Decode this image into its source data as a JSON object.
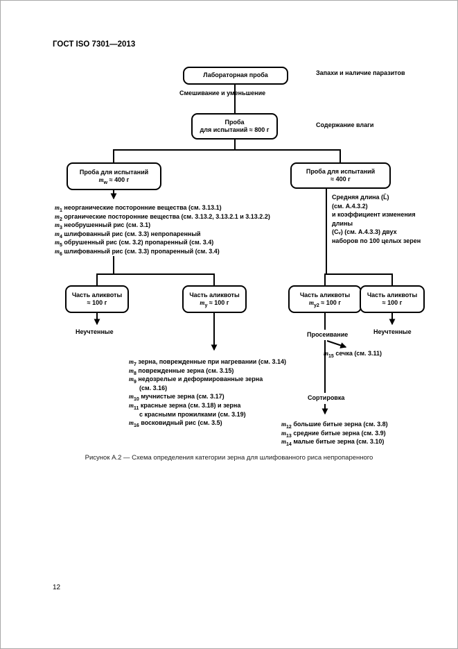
{
  "colors": {
    "ink": "#000000",
    "paper": "#ffffff"
  },
  "page": {
    "header": "ГОСТ ISO 7301—2013",
    "page_number": "12",
    "caption": "Рисунок А.2 — Схема определения категории зерна для шлифованного риса непропаренного"
  },
  "flowchart": {
    "lab_sample_box": {
      "label": "Лабораторная проба"
    },
    "odors_label": "Запахи и наличие паразитов",
    "mixing_label": "Смешивание и уменьшение",
    "test_800_box": {
      "line1": "Проба",
      "line2": "для испытаний ≈ 800 г"
    },
    "moisture_label": "Содержание влаги",
    "test_400_left_box": {
      "line1": "Проба для испытаний",
      "var": "m",
      "sub": "w",
      "rest": " ≈ 400 г"
    },
    "test_400_right_box": {
      "line1": "Проба для испытаний",
      "line2": "≈ 400 г"
    },
    "impurities_list": [
      {
        "var": "m",
        "sub": "1",
        "text": " неорганические посторонние вещества (см. 3.13.1)"
      },
      {
        "var": "m",
        "sub": "2",
        "text": " органические посторонние вещества (см. 3.13.2, 3.13.2.1 и 3.13.2.2)"
      },
      {
        "var": "m",
        "sub": "3",
        "text": " необрушенный рис (см. 3.1)"
      },
      {
        "var": "m",
        "sub": "4",
        "text": " шлифованный рис (см. 3.3) непропаренный"
      },
      {
        "var": "m",
        "sub": "5",
        "text": " обрушенный рис (см. 3.2) пропаренный (см. 3.4)"
      },
      {
        "var": "m",
        "sub": "6",
        "text": " шлифованный рис (см. 3.3) пропаренный (см. 3.4)"
      }
    ],
    "length_note": [
      "Средняя длина (L̄)",
      "(см. А.4.3.2)",
      "и коэффициент изменения",
      "длины",
      "(Cᵥ) (см. А.4.3.3) двух",
      "наборов по 100 целых зерен"
    ],
    "aliquot_boxes": [
      {
        "line1": "Часть аликвоты",
        "line2": "≈ 100 г"
      },
      {
        "line1": "Часть аликвоты",
        "var": "m",
        "sub": "у",
        "rest": " ≈ 100 г"
      },
      {
        "line1": "Часть аликвоты",
        "var": "m",
        "sub": "у2",
        "rest": " ≈ 100 г"
      },
      {
        "line1": "Часть аликвоты",
        "line2": "≈ 100 г"
      }
    ],
    "unaccounted_left_label": "Неучтенные",
    "unaccounted_right_label": "Неучтенные",
    "sieving_label": "Просеивание",
    "chips_label": {
      "var": "m",
      "sub": "15",
      "text": " сечка (см. 3.11)"
    },
    "sorting_label": "Сортировка",
    "defect_list": [
      {
        "var": "m",
        "sub": "7",
        "text": " зерна, поврежденные при нагревании (см. 3.14)"
      },
      {
        "var": "m",
        "sub": "8",
        "text": " поврежденные зерна (см. 3.15)"
      },
      {
        "var": "m",
        "sub": "9",
        "text": " недозрелые и деформированные зерна"
      },
      {
        "text": "(см. 3.16)",
        "indent": true
      },
      {
        "var": "m",
        "sub": "10",
        "text": " мучнистые зерна (см. 3.17)"
      },
      {
        "var": "m",
        "sub": "11",
        "text": " красные зерна (см. 3.18) и зерна"
      },
      {
        "text": "с красными прожилками (см. 3.19)",
        "indent": true
      },
      {
        "var": "m",
        "sub": "16",
        "text": " восковидный рис (см. 3.5)"
      }
    ],
    "broken_list": [
      {
        "var": "m",
        "sub": "12",
        "text": " большие битые зерна (см. 3.8)"
      },
      {
        "var": "m",
        "sub": "13",
        "text": " средние битые зерна (см. 3.9)"
      },
      {
        "var": "m",
        "sub": "14",
        "text": " малые битые зерна (см. 3.10)"
      }
    ]
  }
}
